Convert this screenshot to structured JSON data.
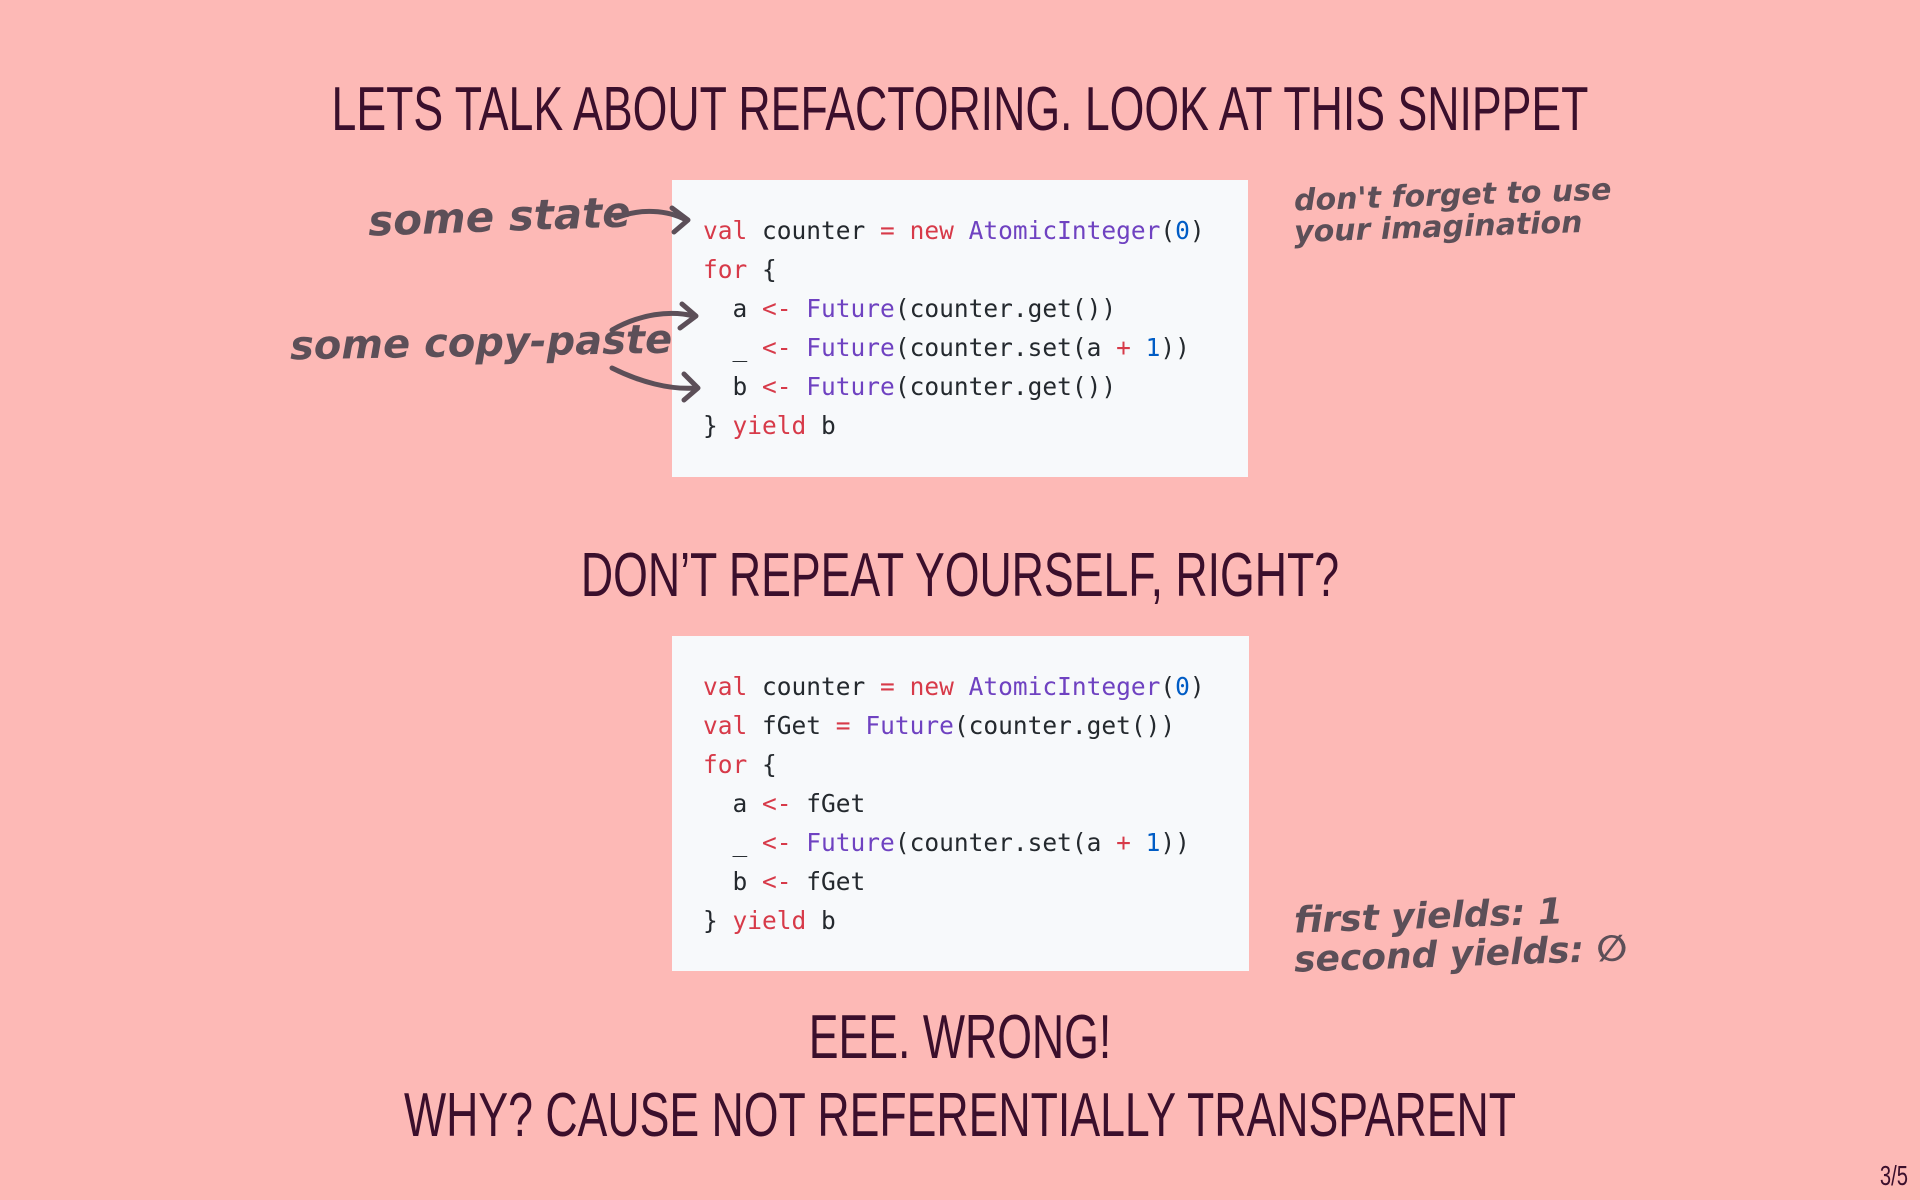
{
  "slide": {
    "title": "LETS TALK ABOUT REFACTORING. LOOK AT THIS SNIPPET",
    "subtitle": "DON’T REPEAT YOURSELF, RIGHT?",
    "conclusion_line1": "EEE. WRONG!",
    "conclusion_line2": "WHY? CAUSE NOT REFERENTIALLY TRANSPARENT",
    "page_number": "3/5"
  },
  "annotations": {
    "some_state": "some state",
    "some_copy_paste": "some copy-paste",
    "imagination_line1": "don't forget to use",
    "imagination_line2": "your imagination",
    "first_yields": "first yields: 1",
    "second_yields": "second yields: ∅"
  },
  "code1": {
    "lines": [
      "val counter = new AtomicInteger(0)",
      "for {",
      "  a <- Future(counter.get())",
      "  _ <- Future(counter.set(a + 1))",
      "  b <- Future(counter.get())",
      "} yield b"
    ]
  },
  "code2": {
    "lines": [
      "val counter = new AtomicInteger(0)",
      "val fGet = Future(counter.get())",
      "for {",
      "  a <- fGet",
      "  _ <- Future(counter.set(a + 1))",
      "  b <- fGet",
      "} yield b"
    ]
  },
  "colors": {
    "background": "#fdb9b6",
    "heading": "#3b0f2c",
    "code_bg": "#f7f9fb",
    "keyword": "#d73a49",
    "class": "#6f42c1",
    "number": "#005cc5",
    "handwriting": "#5c4f58"
  }
}
